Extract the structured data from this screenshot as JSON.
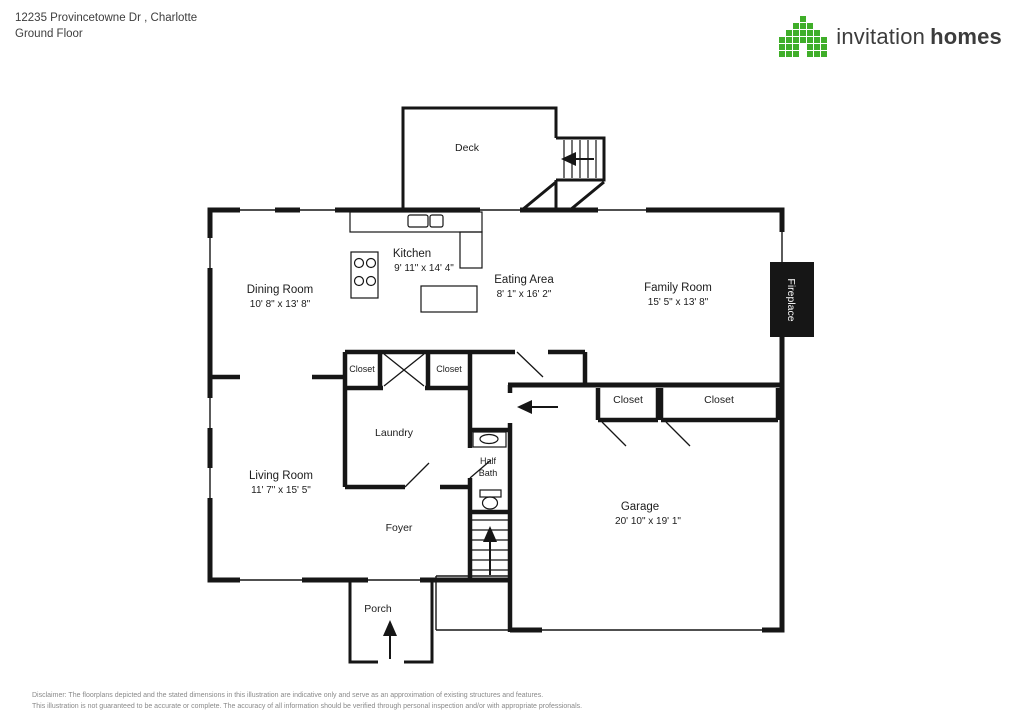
{
  "header": {
    "address": "12235 Provincetowne Dr , Charlotte",
    "floor_label": "Ground Floor"
  },
  "logo": {
    "word1": "invitation",
    "word2": "homes",
    "color": "#3FAE29",
    "icon": "green-pixel-house-icon"
  },
  "floorplan": {
    "rooms": {
      "deck": {
        "name": "Deck"
      },
      "kitchen": {
        "name": "Kitchen",
        "dims": "9' 11\" x 14' 4\""
      },
      "eating_area": {
        "name": "Eating Area",
        "dims": "8' 1\" x 16' 2\""
      },
      "family_room": {
        "name": "Family Room",
        "dims": "15' 5\" x 13' 8\""
      },
      "dining_room": {
        "name": "Dining Room",
        "dims": "10' 8\" x 13' 8\""
      },
      "living_room": {
        "name": "Living Room",
        "dims": "11' 7\" x 15' 5\""
      },
      "garage": {
        "name": "Garage",
        "dims": "20' 10\" x 19' 1\""
      },
      "laundry": {
        "name": "Laundry"
      },
      "foyer": {
        "name": "Foyer"
      },
      "porch": {
        "name": "Porch"
      },
      "half_bath": {
        "line1": "Half",
        "line2": "Bath"
      },
      "fireplace": {
        "name": "Fireplace"
      },
      "closet_hall_left": "Closet",
      "closet_hall_right": "Closet",
      "closet_garage_left": "Closet",
      "closet_garage_right": "Closet"
    },
    "icons": {
      "stairs_main": "up-arrow-icon",
      "deck_stairs": "left-arrow-icon",
      "garage_entry": "left-arrow-icon",
      "porch_entry": "up-arrow-icon"
    }
  },
  "footer": {
    "disclaimer_line1": "Disclaimer: The floorplans depicted and the stated dimensions in this illustration are indicative only and serve as an approximation of existing structures and features.",
    "disclaimer_line2": "This illustration is not guaranteed to be accurate or complete. The accuracy of all information should be verified through personal inspection and/or with appropriate professionals."
  }
}
